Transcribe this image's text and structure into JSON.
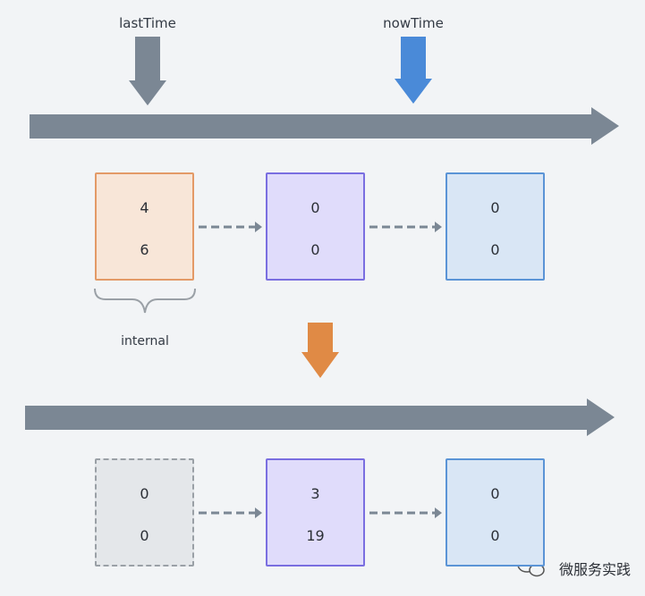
{
  "labels": {
    "last_time": "lastTime",
    "now_time": "nowTime",
    "internal": "internal"
  },
  "row1": [
    {
      "top": "4",
      "bottom": "6"
    },
    {
      "top": "0",
      "bottom": "0"
    },
    {
      "top": "0",
      "bottom": "0"
    }
  ],
  "row2": [
    {
      "top": "0",
      "bottom": "0"
    },
    {
      "top": "3",
      "bottom": "19"
    },
    {
      "top": "0",
      "bottom": "0"
    }
  ],
  "watermark": "微服务实践",
  "colors": {
    "timeline": "#7b8794",
    "arrow_last_time": "#7b8794",
    "arrow_now_time": "#4a8ad8",
    "arrow_transition": "#e08a45",
    "box_orange": "#f8e6d8",
    "box_purple": "#e0dcfb",
    "box_blue": "#d9e6f5",
    "box_gray": "#e4e7ea"
  }
}
